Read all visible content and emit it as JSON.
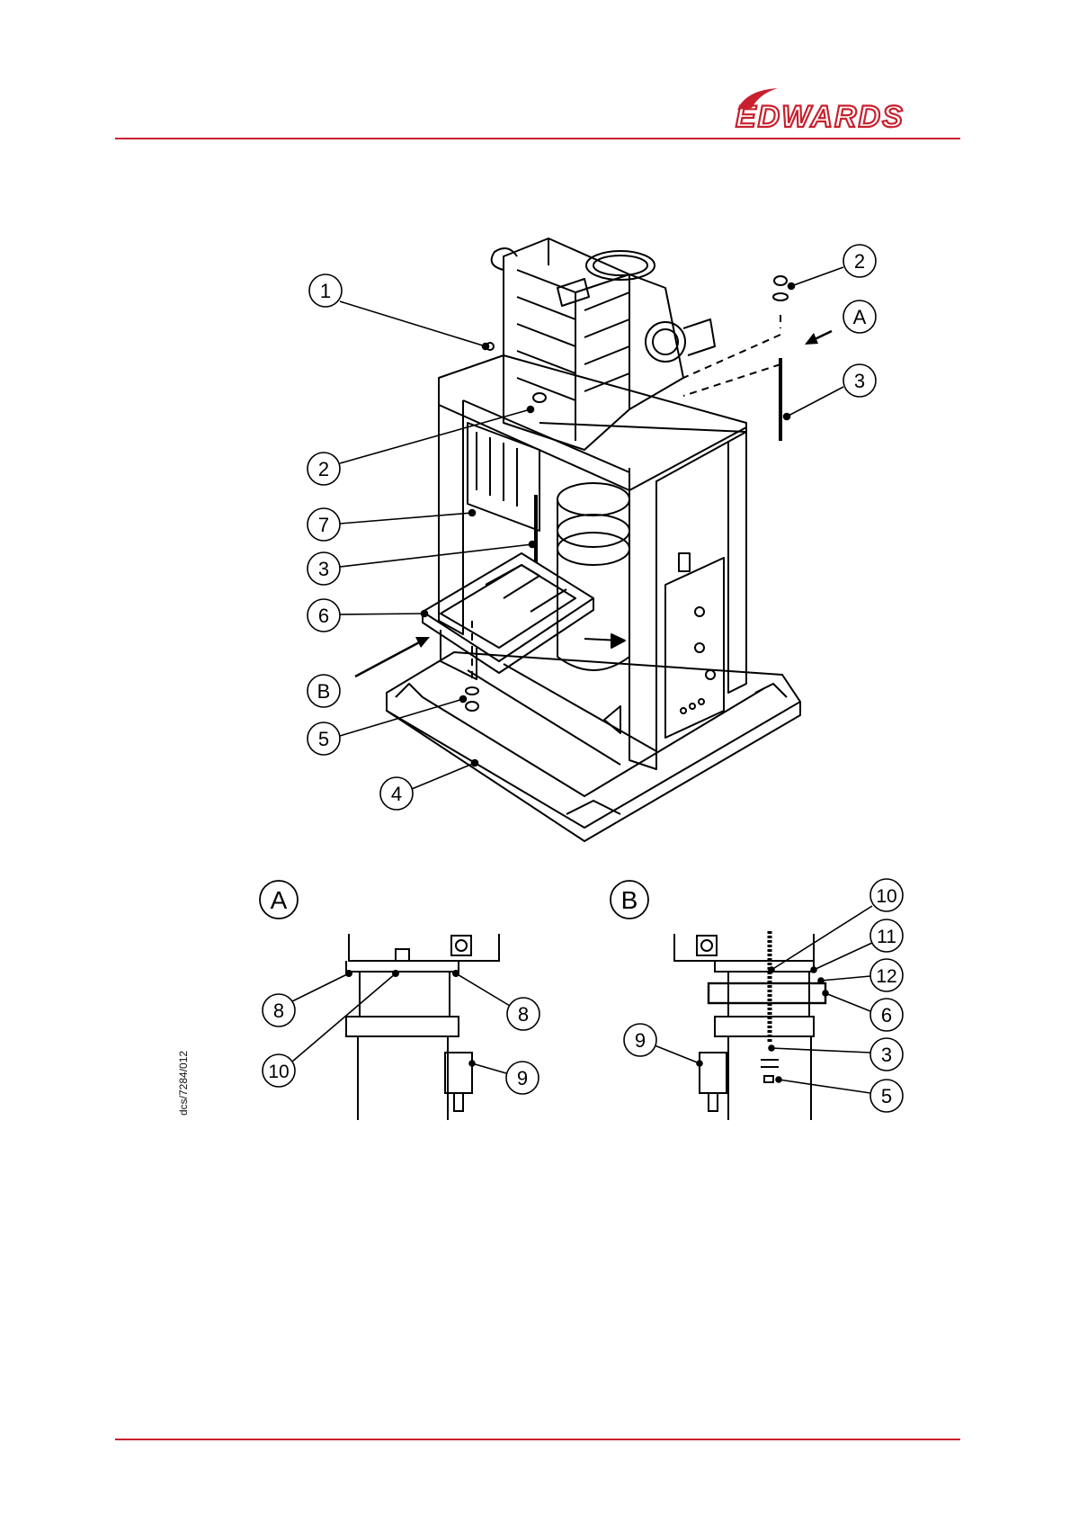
{
  "brand": {
    "name": "EDWARDS",
    "color": "#c8202e"
  },
  "drawing_code": "dcs/7284/012",
  "main_callouts": [
    "1",
    "2",
    "A",
    "3",
    "2",
    "7",
    "3",
    "6",
    "B",
    "5",
    "4"
  ],
  "detail_a": {
    "label": "A",
    "callouts": [
      "8",
      "8",
      "10",
      "9"
    ]
  },
  "detail_b": {
    "label": "B",
    "callouts": [
      "10",
      "11",
      "12",
      "6",
      "9",
      "3",
      "5"
    ]
  }
}
